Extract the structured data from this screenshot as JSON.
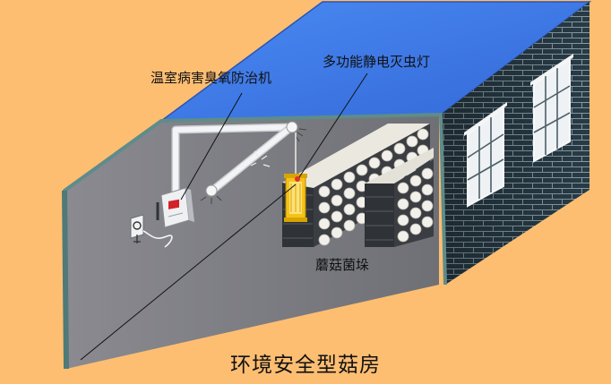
{
  "labels": {
    "ozone_device": "温室病害臭氧防治机",
    "insect_lamp": "多功能静电灭虫灯",
    "mushroom_blocks": "蘑菇菌垛"
  },
  "caption": "环境安全型菇房",
  "colors": {
    "background": "#fdbe72",
    "roof": "#3a78e8",
    "front_wall": "#808085",
    "brick_wall": "#2a3d48",
    "wall_trim": "#5e8c8a",
    "pipe": "#e8ecee",
    "device": "#eef0f2",
    "lamp": "#f4c21a"
  }
}
